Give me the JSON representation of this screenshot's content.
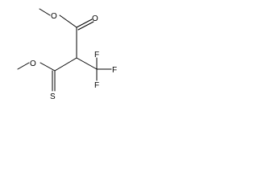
{
  "molecule": {
    "atom_labels": {
      "ester_carbonyl_oxygen": "O",
      "ester_ether_oxygen": "O",
      "thioester_ether_oxygen": "O",
      "thione_sulfur": "S",
      "fluorine_top": "F",
      "fluorine_right": "F",
      "fluorine_bottom": "F"
    }
  },
  "colors": {
    "bond": "#000000",
    "label": "#000000",
    "background": "#ffffff"
  }
}
